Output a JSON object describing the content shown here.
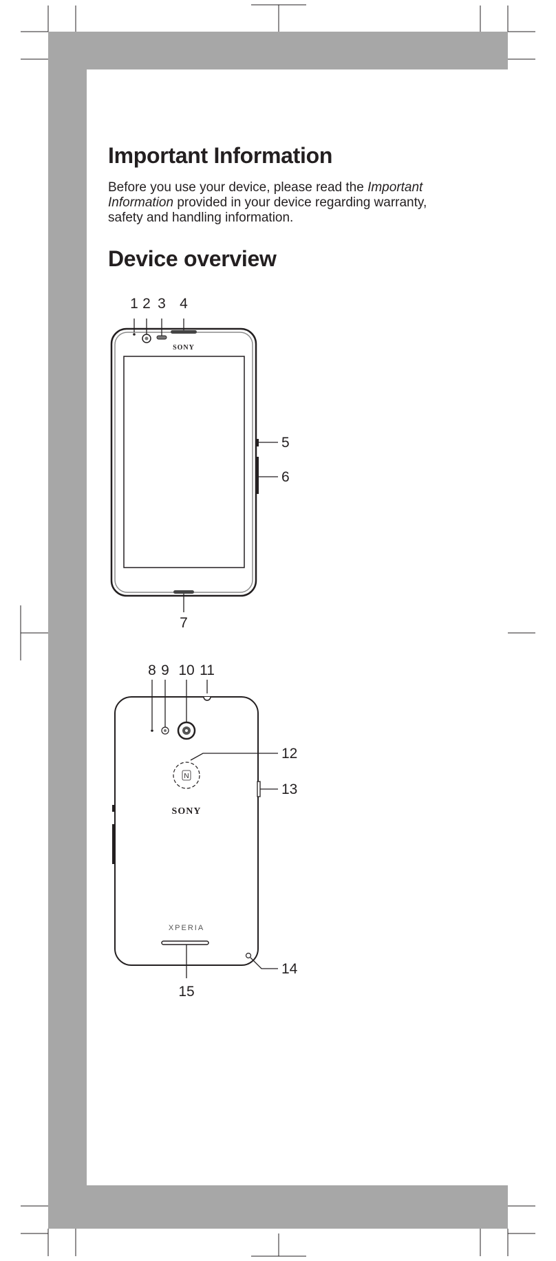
{
  "section_important": {
    "title": "Important Information",
    "text_before": "Before you use your device, please read the ",
    "text_emphasis": "Important Information",
    "text_after": " provided in your device regarding warranty, safety and handling information."
  },
  "section_overview": {
    "title": "Device overview"
  },
  "front_view": {
    "brand": "SONY",
    "callouts": [
      "1",
      "2",
      "3",
      "4",
      "5",
      "6",
      "7"
    ]
  },
  "back_view": {
    "brand": "SONY",
    "model": "XPERIA",
    "nfc_symbol": "N",
    "callouts": [
      "8",
      "9",
      "10",
      "11",
      "12",
      "13",
      "14",
      "15"
    ]
  }
}
